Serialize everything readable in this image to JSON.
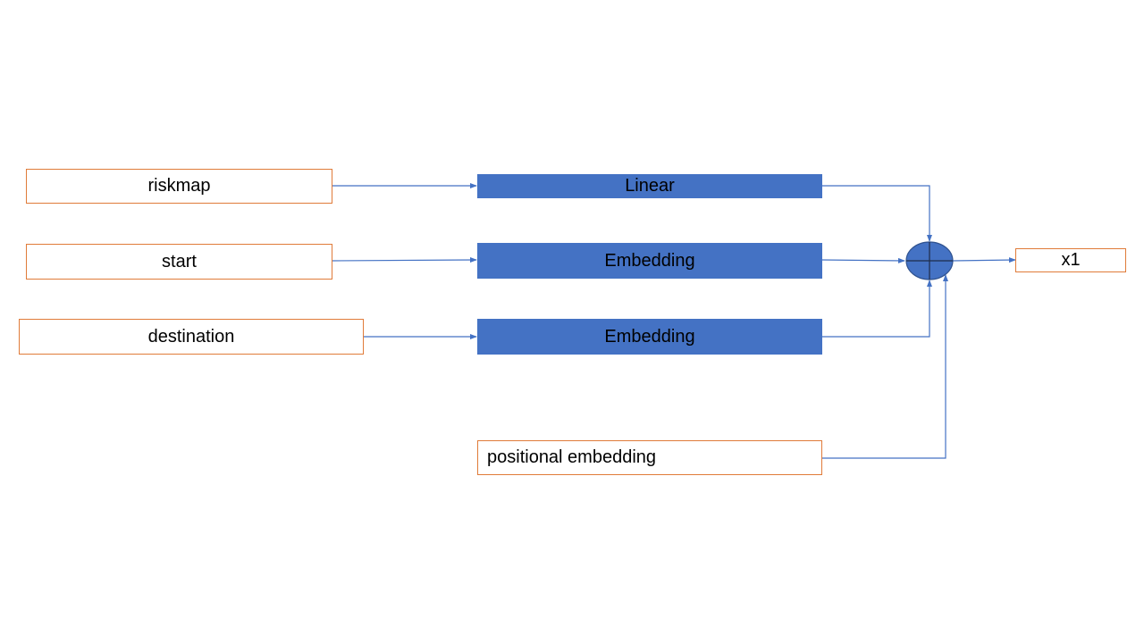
{
  "inputs": {
    "riskmap": "riskmap",
    "start": "start",
    "destination": "destination",
    "positional": "positional embedding"
  },
  "layers": {
    "linear": "Linear",
    "embedding_start": "Embedding",
    "embedding_destination": "Embedding"
  },
  "output": {
    "label": "x1"
  },
  "colors": {
    "input_border": "#e07b39",
    "layer_fill": "#4472c4",
    "arrow": "#4472c4",
    "sum_node": "#4472c4"
  }
}
